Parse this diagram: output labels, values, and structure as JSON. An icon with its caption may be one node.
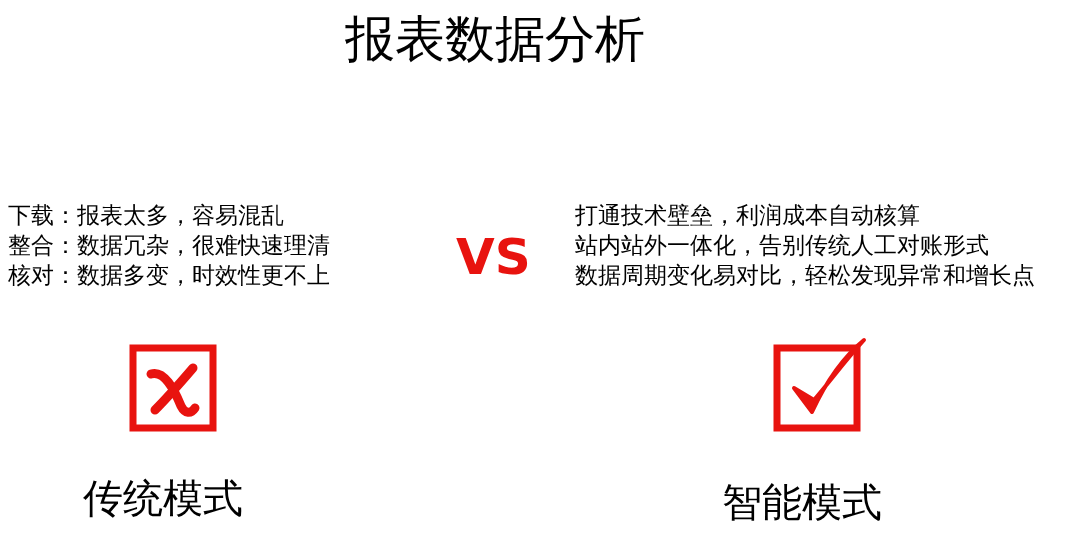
{
  "diagram": {
    "title": "报表数据分析",
    "labels": [
      "下载：报表太多，容易混乱",
      "整合：数据冗杂，很难快速理清",
      "核对：数据多变，时效性更不上",
      "VS",
      "打通技术壁垒，利润成本自动核算",
      "站内站外一体化，告别传统人工对账形式",
      "数据周期变化易对比，轻松发现异常和增长点",
      "传统模式",
      "智能模式"
    ]
  }
}
